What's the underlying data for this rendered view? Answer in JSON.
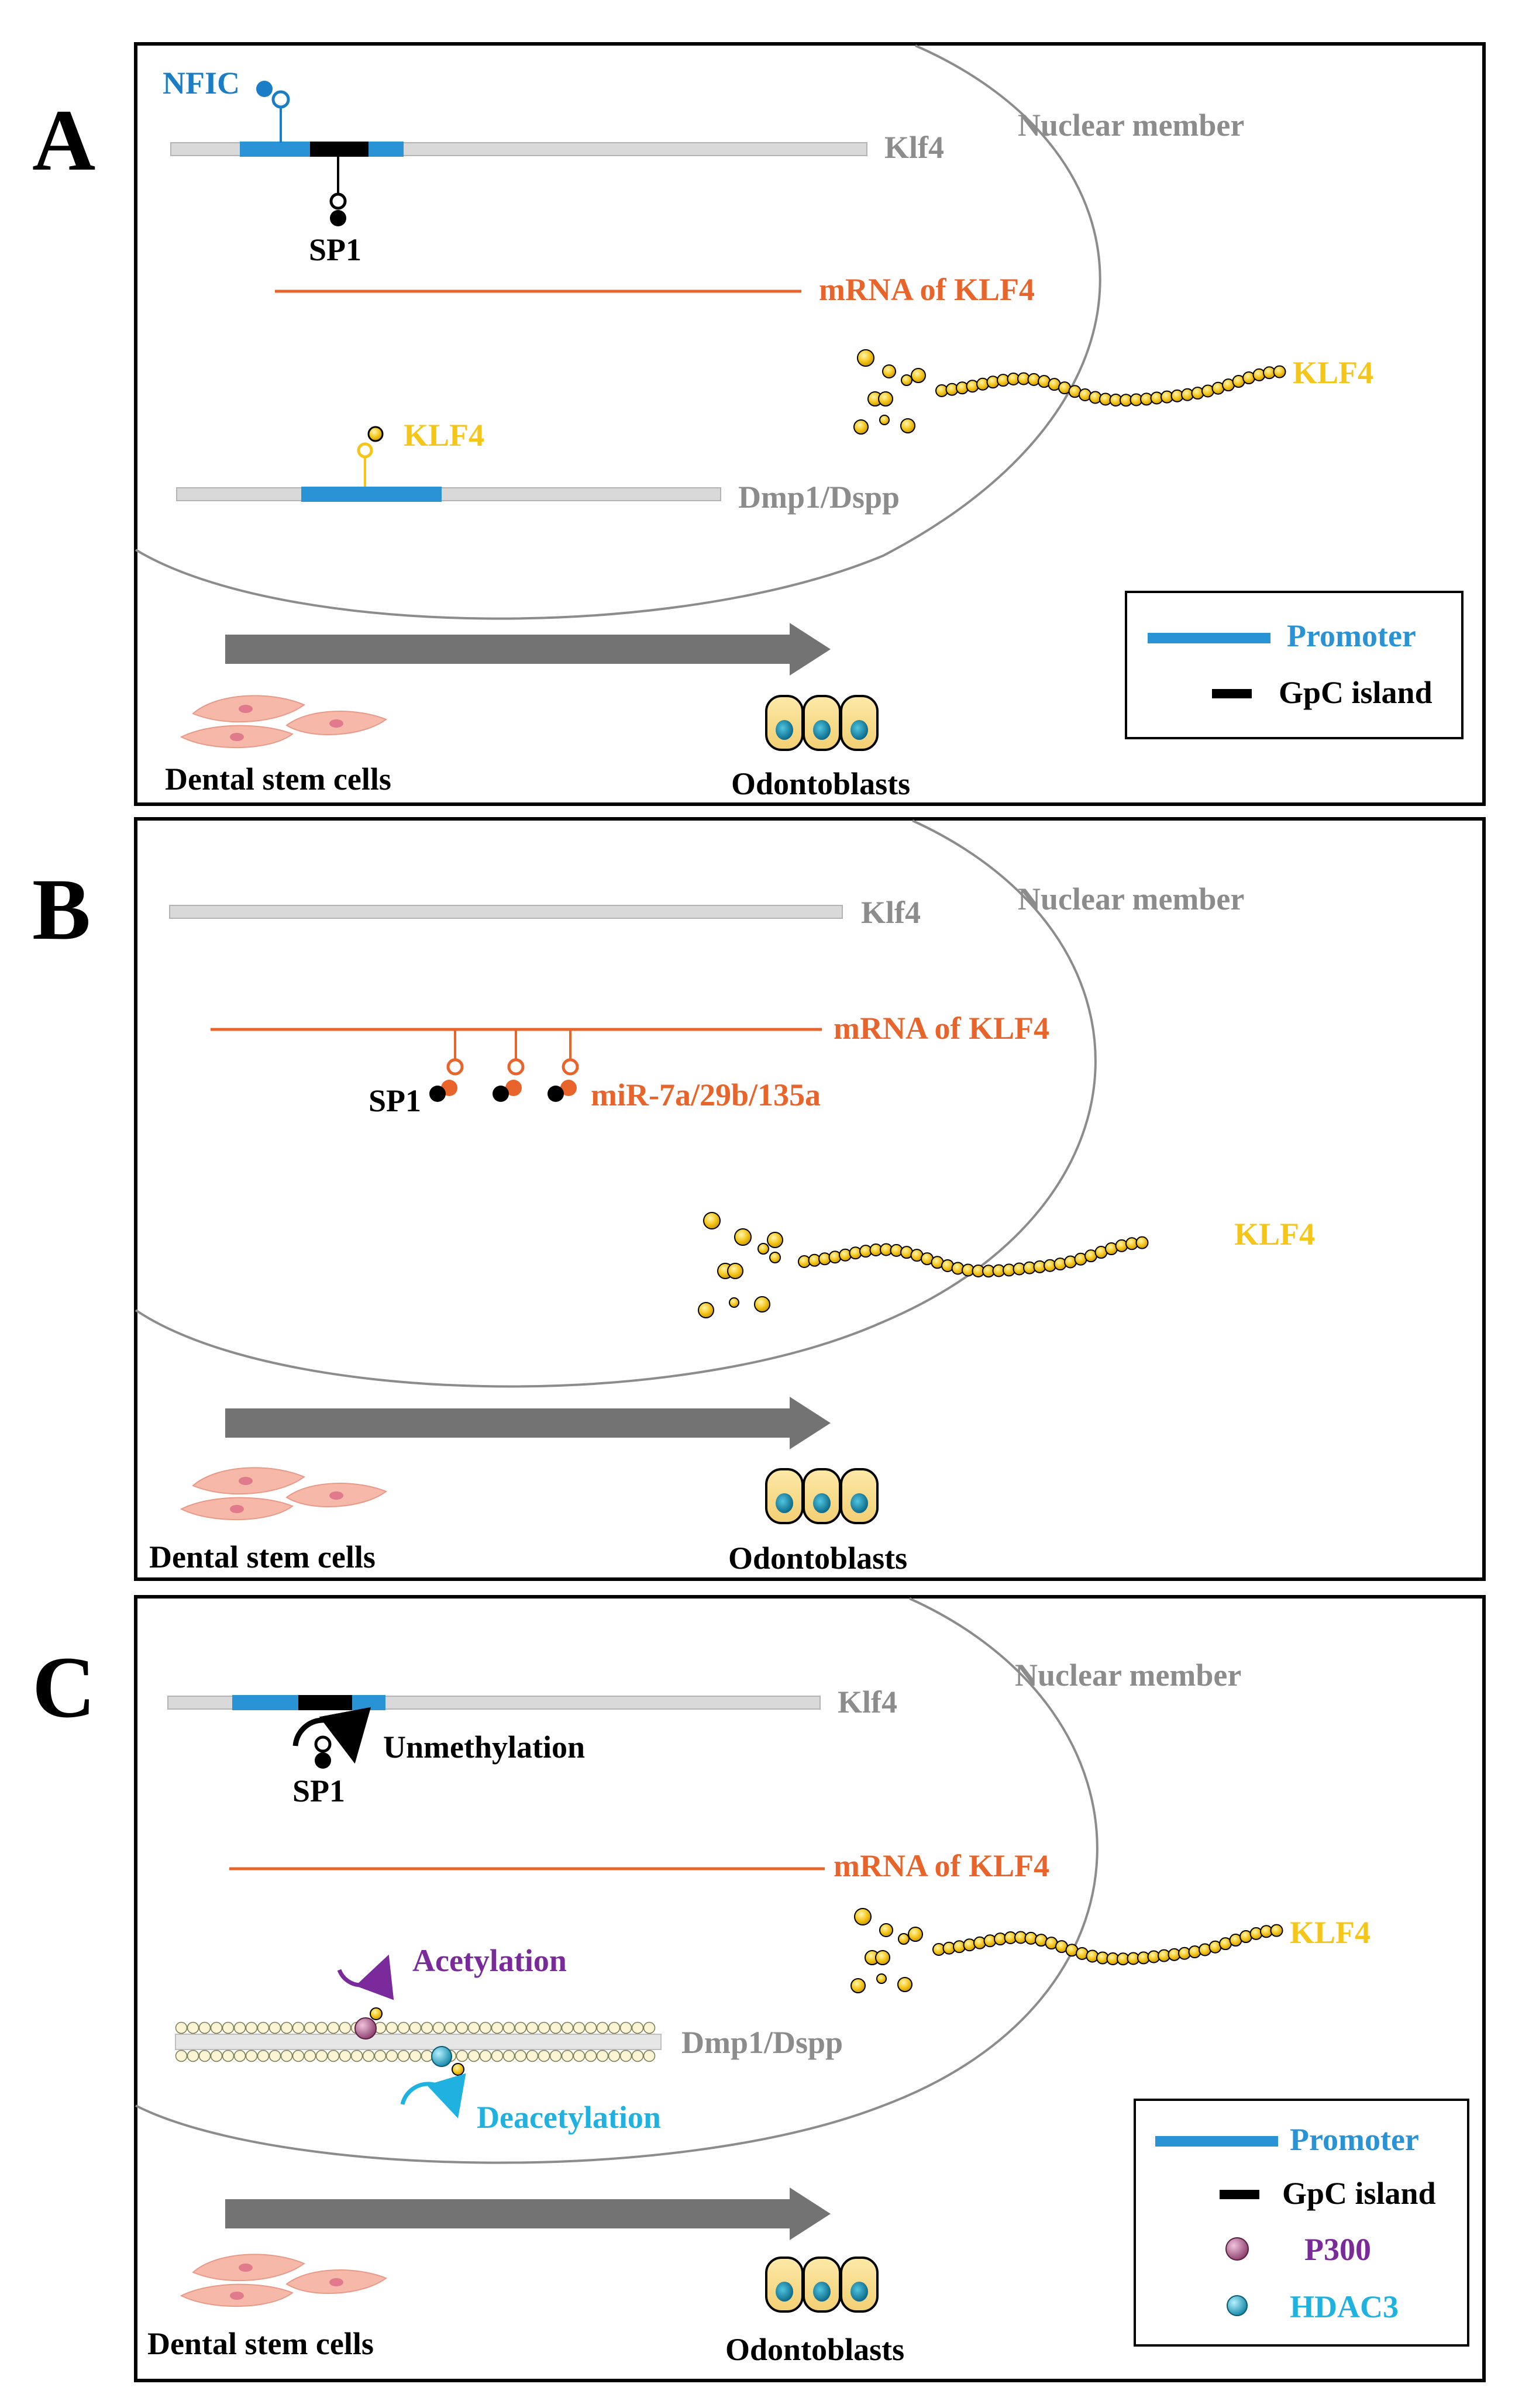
{
  "colors": {
    "nfic": "#1a7dc6",
    "promoter": "#2a93d5",
    "gpc": "#000000",
    "dna": "#d9d9d9",
    "mrna": "#e8642a",
    "klf4": "#f5c518",
    "grey_text": "#8c8c8c",
    "arrow": "#737373",
    "p300": "#a85a8a",
    "hdac3": "#1aa8c8",
    "acetylation": "#7a2a9a",
    "deacetylation": "#1fb2e0"
  },
  "panels": [
    {
      "letter": "A",
      "nuclear_member": "Nuclear member",
      "gene_klf4": "Klf4",
      "nfic": "NFIC",
      "sp1": "SP1",
      "mrna": "mRNA of KLF4",
      "klf4_protein": "KLF4",
      "klf4_binder": "KLF4",
      "gene_dmp1": "Dmp1/Dspp",
      "dental": "Dental stem cells",
      "odonto": "Odontoblasts",
      "legend": {
        "promoter": "Promoter",
        "gpc": "GpC island"
      }
    },
    {
      "letter": "B",
      "nuclear_member": "Nuclear member",
      "gene_klf4": "Klf4",
      "mrna": "mRNA of KLF4",
      "sp1": "SP1",
      "mirna": "miR-7a/29b/135a",
      "klf4_protein": "KLF4",
      "dental": "Dental stem cells",
      "odonto": "Odontoblasts"
    },
    {
      "letter": "C",
      "nuclear_member": "Nuclear member",
      "gene_klf4": "Klf4",
      "unmethylation": "Unmethylation",
      "sp1": "SP1",
      "mrna": "mRNA of KLF4",
      "klf4_protein": "KLF4",
      "acetylation": "Acetylation",
      "deacetylation": "Deacetylation",
      "gene_dmp1": "Dmp1/Dspp",
      "dental": "Dental stem cells",
      "odonto": "Odontoblasts",
      "legend": {
        "promoter": "Promoter",
        "gpc": "GpC island",
        "p300": "P300",
        "hdac3": "HDAC3"
      }
    }
  ]
}
